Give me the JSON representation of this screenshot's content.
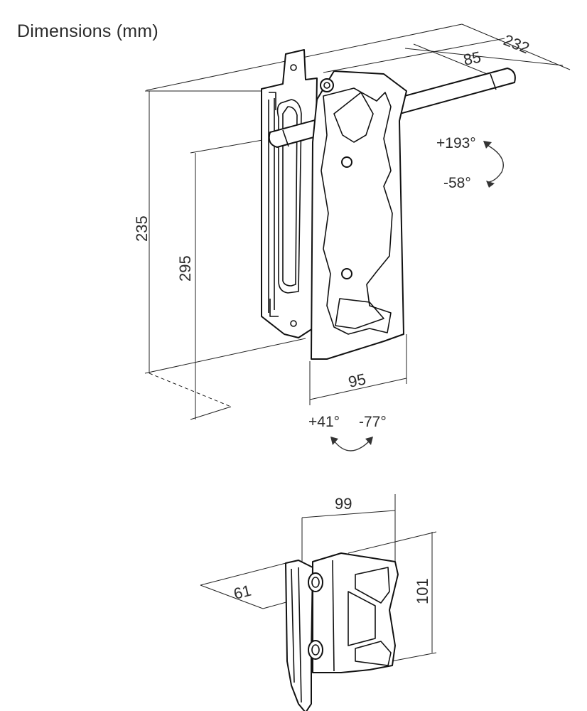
{
  "title": "Dimensions (mm)",
  "dimensions": {
    "depth_total": "232",
    "depth_arm": "85",
    "height_total": "235",
    "height_mount": "295",
    "width_plate": "95",
    "top_width": "99",
    "top_depth": "61",
    "top_height": "101"
  },
  "angles": {
    "tilt_up": "+193°",
    "tilt_down": "-58°",
    "swivel_left": "+41°",
    "swivel_right": "-77°"
  }
}
